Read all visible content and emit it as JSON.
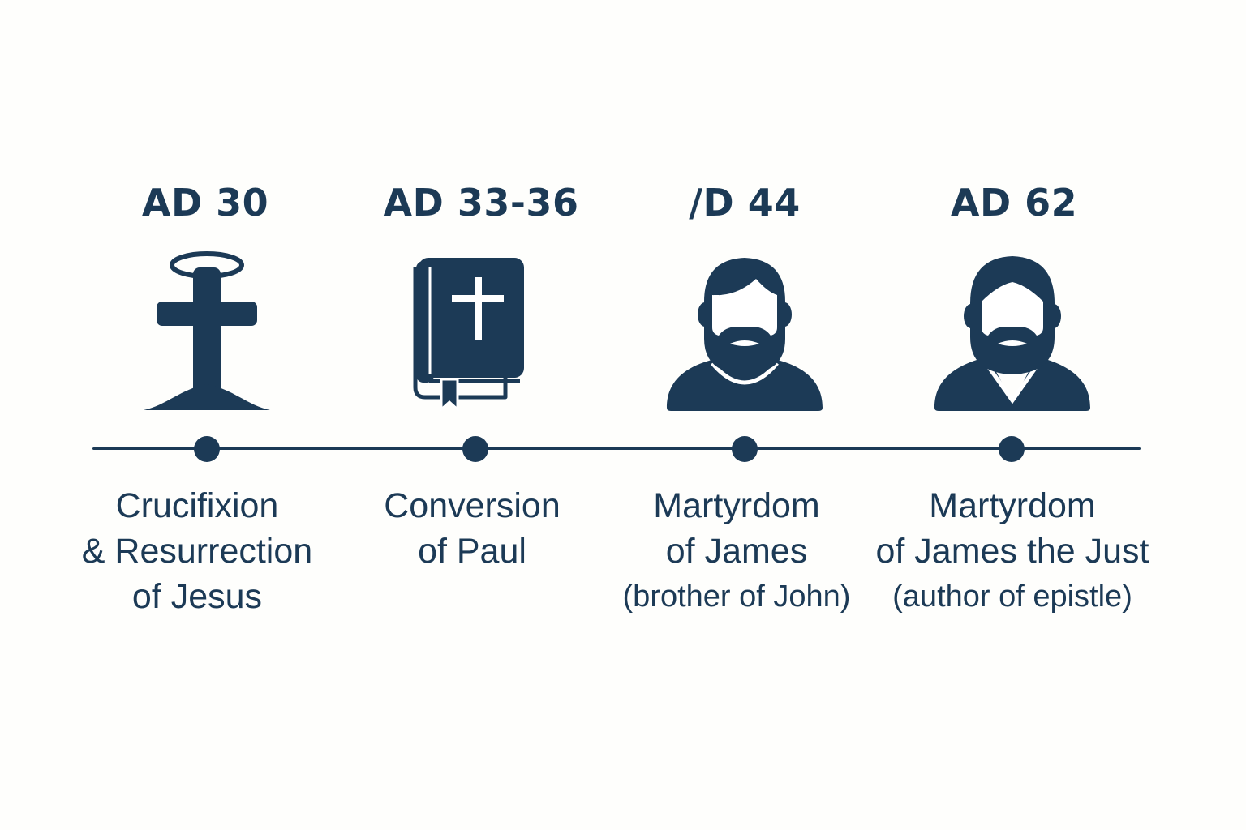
{
  "colors": {
    "ink": "#1c3a56",
    "background": "#fefefc"
  },
  "events": [
    {
      "year": "AD 30",
      "icon": "cross-icon",
      "label_lines": [
        "Crucifixion",
        "& Resurrection",
        "of Jesus"
      ]
    },
    {
      "year": "AD 33-36",
      "icon": "bible-icon",
      "label_lines": [
        "Conversion",
        "of Paul"
      ]
    },
    {
      "year": "/D 44",
      "icon": "bearded-man-icon",
      "label_lines": [
        "Martyrdom",
        "of James",
        "(brother of John)"
      ]
    },
    {
      "year": "AD 62",
      "icon": "bearded-man-vneck-icon",
      "label_lines": [
        "Martyrdom",
        "of James the Just",
        "(author of epistle)"
      ]
    }
  ]
}
